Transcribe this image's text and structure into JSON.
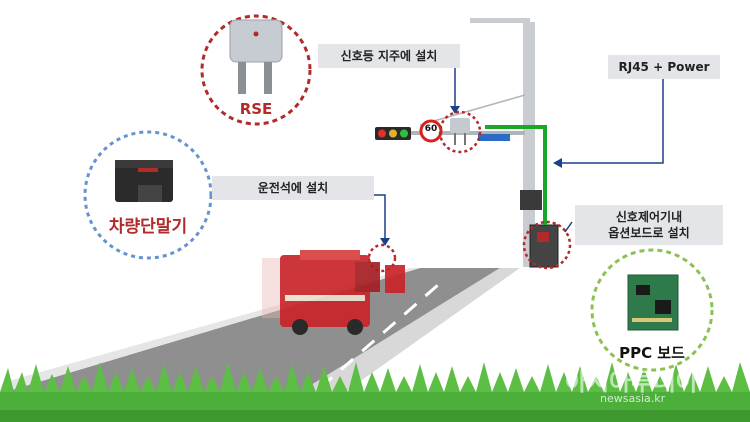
{
  "labels": {
    "rse_install": "신호등 지주에 설치",
    "rj45_power": "RJ45 + Power",
    "driver_seat": "운전석에 설치",
    "controller_line1": "신호제어기내",
    "controller_line2": "옵션보드로 설치"
  },
  "devices": {
    "rse": "RSE",
    "vehicle_terminal": "차량단말기",
    "ppc_board": "PPC 보드"
  },
  "speed_sign": "60",
  "watermark": {
    "brand": "아시아투데이",
    "url": "newsasia.kr"
  },
  "colors": {
    "red_dashed": "#b22a2a",
    "green_dashed": "#8cc152",
    "blue_dashed": "#5a8fcf",
    "cable_green": "#1aa82a",
    "truck_red": "#c8252a",
    "grass": "#4caf3a"
  }
}
